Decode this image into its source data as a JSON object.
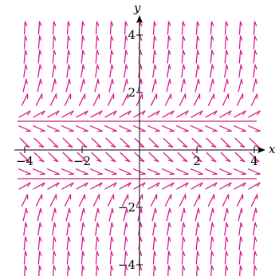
{
  "chart_data": {
    "type": "direction_field",
    "xlabel": "x",
    "ylabel": "y",
    "xlim": [
      -4.2,
      4.2
    ],
    "ylim": [
      -4.6,
      4.6
    ],
    "x_ticks": [
      {
        "value": -4,
        "label": "−4"
      },
      {
        "value": -2,
        "label": "−2"
      },
      {
        "value": 2,
        "label": "2"
      },
      {
        "value": 4,
        "label": "4"
      }
    ],
    "y_ticks": [
      {
        "value": 4,
        "label": "4"
      },
      {
        "value": 2,
        "label": "2"
      },
      {
        "value": -2,
        "label": "−2"
      },
      {
        "value": -4,
        "label": "−4"
      }
    ],
    "grid": false,
    "field_color": "#d81b8c",
    "equilibrium_lines_y": [
      1,
      -1
    ],
    "slope_rule": "dy/dx = y^2 - 1",
    "sample_x_step": 0.5,
    "sample_y_step": 0.5
  }
}
